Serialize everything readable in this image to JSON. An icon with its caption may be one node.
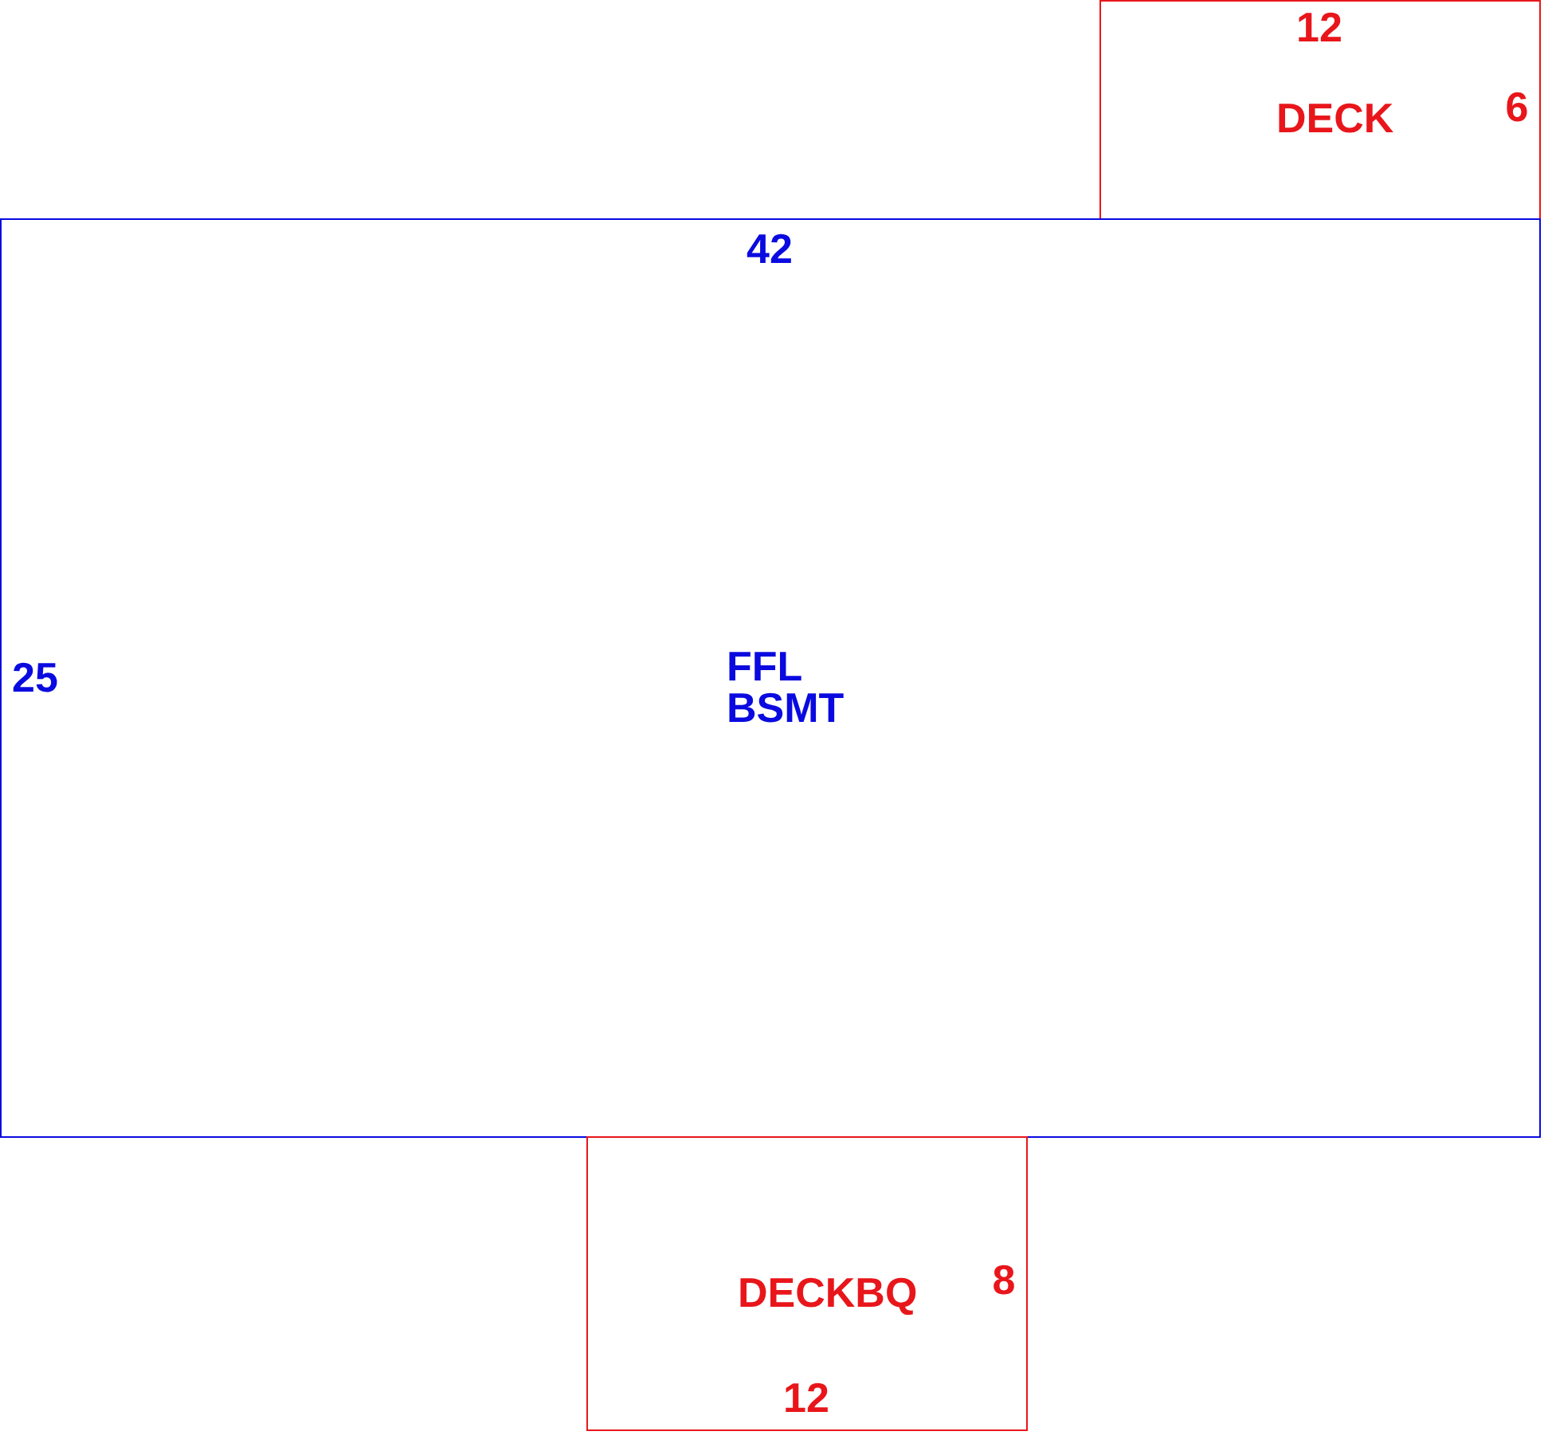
{
  "diagram": {
    "nodes": [
      {
        "text": [
          "DECK"
        ]
      },
      {
        "text": [
          "FFL BSMT"
        ]
      },
      {
        "text": [
          "DECKBQ"
        ]
      }
    ],
    "labels": [
      "12",
      "6",
      "42",
      "25",
      "8",
      "12"
    ]
  }
}
